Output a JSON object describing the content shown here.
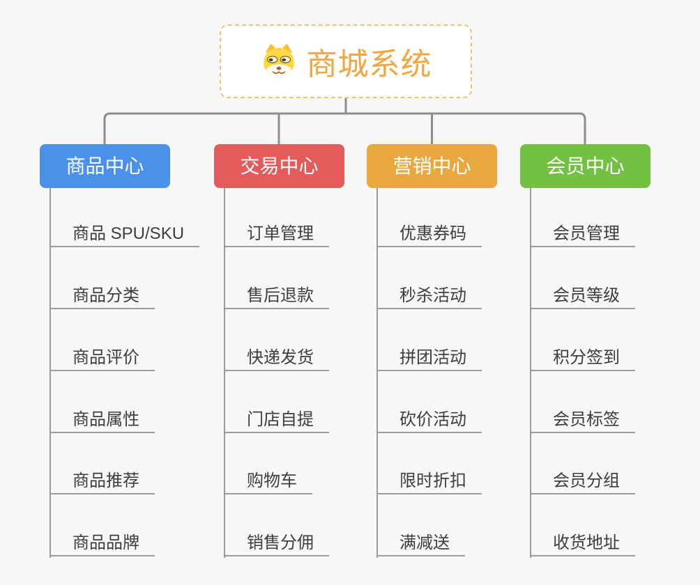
{
  "root": {
    "title": "商城系统",
    "icon": "dog-face-icon",
    "title_color": "#F2A640",
    "border_color": "#F3C26E"
  },
  "branches": [
    {
      "label": "商品中心",
      "color": "#4B91E9",
      "items": [
        "商品 SPU/SKU",
        "商品分类",
        "商品评价",
        "商品属性",
        "商品推荐",
        "商品品牌"
      ]
    },
    {
      "label": "交易中心",
      "color": "#E45B5B",
      "items": [
        "订单管理",
        "售后退款",
        "快递发货",
        "门店自提",
        "购物车",
        "销售分佣"
      ]
    },
    {
      "label": "营销中心",
      "color": "#E9A83F",
      "items": [
        "优惠券码",
        "秒杀活动",
        "拼团活动",
        "砍价活动",
        "限时折扣",
        "满减送"
      ]
    },
    {
      "label": "会员中心",
      "color": "#74C045",
      "items": [
        "会员管理",
        "会员等级",
        "积分签到",
        "会员标签",
        "会员分组",
        "收货地址"
      ]
    }
  ],
  "colors": {
    "background": "#F7F7F7",
    "connector": "#8C8C8C",
    "leaf_line": "#9B9B9B",
    "leaf_text": "#3D3D3D"
  }
}
